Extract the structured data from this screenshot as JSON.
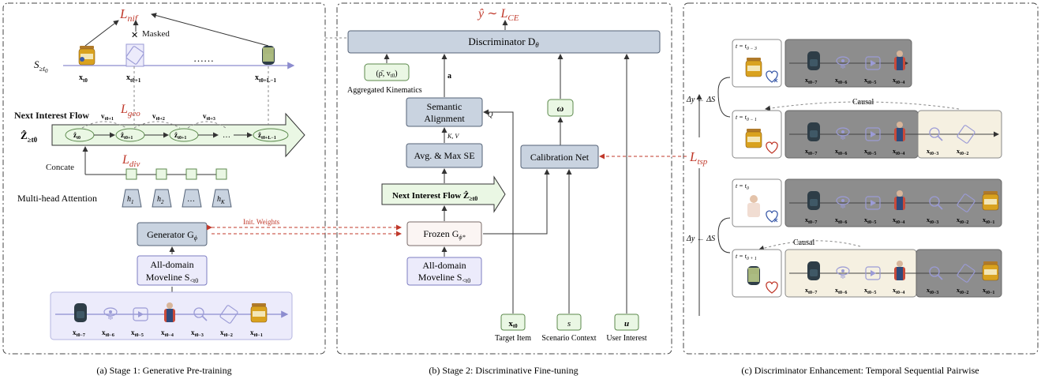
{
  "captions": {
    "a": "(a) Stage 1: Generative Pre-training",
    "b": "(b) Stage 2: Discriminative Fine-tuning",
    "c": "(c) Discriminator Enhancement: Temporal Sequential Pairwise"
  },
  "stage1": {
    "loss_nif": "L",
    "loss_nif_sub": "nif",
    "masked": "Masked",
    "seq_label": "S",
    "seq_sub": "≥t",
    "seq_sub2": "0",
    "dots": "……",
    "items_top": [
      "x",
      "x",
      "x"
    ],
    "items_top_sub": [
      "t0",
      "t0+1",
      "t0+L−1"
    ],
    "next_interest_flow": "Next Interest Flow",
    "loss_geo": "L",
    "loss_geo_sub": "geo",
    "z_label": "Ẑ",
    "z_sub": "≥t0",
    "v_labels": [
      "v",
      "v",
      "v"
    ],
    "v_subs": [
      "t0+1",
      "t0+2",
      "t0+3"
    ],
    "z_nodes": [
      "ẑ",
      "ẑ",
      "ẑ",
      "…",
      "ẑ"
    ],
    "z_node_subs": [
      "t0",
      "t0+1",
      "t0+1",
      "",
      "t0+L−1"
    ],
    "concate": "Concate",
    "loss_div": "L",
    "loss_div_sub": "div",
    "mha": "Multi-head Attention",
    "heads": [
      "h",
      "h",
      "…",
      "h"
    ],
    "heads_sub": [
      "1",
      "2",
      "",
      "K"
    ],
    "init_weights": "Init. Weights",
    "generator": "Generator G",
    "generator_sub": "ϕ",
    "moveline_1": "All-domain",
    "moveline_2": "Moveline S",
    "moveline_sub": "<t0",
    "seq_items": [
      "x",
      "x",
      "x",
      "x",
      "x",
      "x",
      "x"
    ],
    "seq_items_sub": [
      "t0−7",
      "t0−6",
      "t0−5",
      "t0−4",
      "t0−3",
      "t0−2",
      "t0−1"
    ]
  },
  "stage2": {
    "yhat": "ŷ ∼ L",
    "yhat_sub": "CE",
    "discriminator": "Discriminator D",
    "discriminator_sub": "θ",
    "kin_box": "(ρ̄, v",
    "kin_box_sub": "t0",
    "kin_label": "Aggregated Kinematics",
    "a_label": "a",
    "q_label": "Q",
    "kv_label": "K, V",
    "sem_1": "Semantic",
    "sem_2": "Alignment",
    "omega": "ω",
    "avgmax": "Avg. & Max SE",
    "calib": "Calibration Net",
    "nif_text": "Next Interest Flow Ẑ",
    "nif_sub": "≥t0",
    "frozen": "Frozen G",
    "frozen_sub": "ϕ*",
    "moveline_1": "All-domain",
    "moveline_2": "Moveline S",
    "moveline_sub": "<t0",
    "inputs": [
      "x",
      "s",
      "u"
    ],
    "inputs_sub": [
      "t0",
      "",
      ""
    ],
    "input_labels": [
      "Target Item",
      "Scenario Context",
      "User Interest"
    ]
  },
  "stage3": {
    "loss": "L",
    "loss_sub": "tsp",
    "delta": "Δy ← ΔS",
    "causal": "Causal",
    "t_labels": [
      "t = t",
      "t = t",
      "t = t",
      "t = t"
    ],
    "t_subs": [
      "0 − 3",
      "0 − 1",
      "0",
      "0 + 1"
    ],
    "row1": [
      "x",
      "x",
      "x",
      "x"
    ],
    "row1_sub": [
      "t0−7",
      "t0−6",
      "t0−5",
      "t0−4"
    ],
    "row2": [
      "x",
      "x",
      "x",
      "x",
      "x",
      "x"
    ],
    "row2_sub": [
      "t0−7",
      "t0−6",
      "t0−5",
      "t0−4",
      "t0−3",
      "t0−2"
    ],
    "row3": [
      "x",
      "x",
      "x",
      "x",
      "x",
      "x",
      "x"
    ],
    "row3_sub": [
      "t0−7",
      "t0−6",
      "t0−5",
      "t0−4",
      "t0−3",
      "t0−2",
      "t0−1"
    ],
    "row4": [
      "x",
      "x",
      "x",
      "x",
      "x",
      "x",
      "x"
    ],
    "row4_sub": [
      "t0−7",
      "t0−6",
      "t0−5",
      "t0−4",
      "t0−3",
      "t0−2",
      "t0−1"
    ]
  },
  "colors": {
    "loss_red": "#c0392b",
    "block_fill": "#c9d3e0",
    "flow_green": "#eaf7e4",
    "moveline_lavender": "#ecebfb"
  },
  "icons": [
    "bag-icon",
    "eye-icon",
    "video-icon",
    "person-icon",
    "magnifier-icon",
    "ticket-icon",
    "jar-icon",
    "heart-icon",
    "broken-heart-icon",
    "cart-icon",
    "tap-icon"
  ]
}
